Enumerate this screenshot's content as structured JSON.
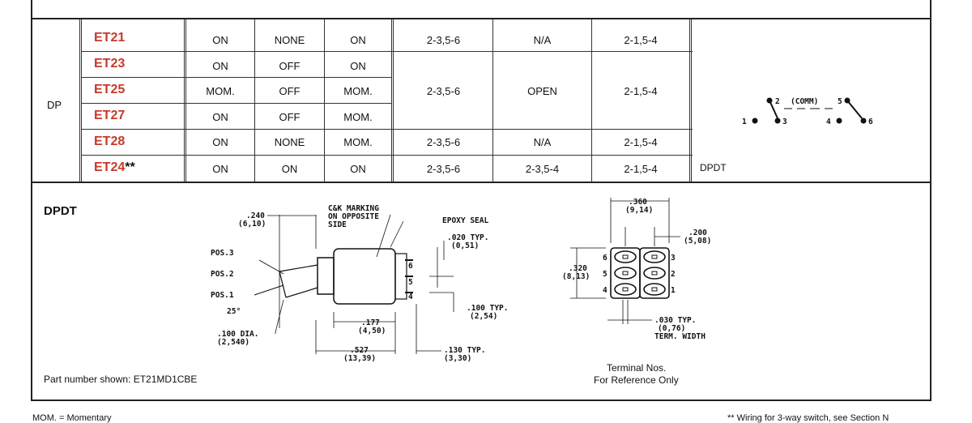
{
  "table": {
    "pole_label": "DP",
    "rows": [
      {
        "part": "ET21",
        "suffix": "",
        "p1": "ON",
        "p2": "NONE",
        "p3": "ON"
      },
      {
        "part": "ET23",
        "suffix": "",
        "p1": "ON",
        "p2": "OFF",
        "p3": "ON"
      },
      {
        "part": "ET25",
        "suffix": "",
        "p1": "MOM.",
        "p2": "OFF",
        "p3": "MOM."
      },
      {
        "part": "ET27",
        "suffix": "",
        "p1": "ON",
        "p2": "OFF",
        "p3": "MOM."
      },
      {
        "part": "ET28",
        "suffix": "",
        "p1": "ON",
        "p2": "NONE",
        "p3": "MOM."
      },
      {
        "part": "ET24",
        "suffix": "**",
        "p1": "ON",
        "p2": "ON",
        "p3": "ON"
      }
    ],
    "conn": {
      "r1": {
        "c1": "2-3,5-6",
        "c2": "N/A",
        "c3": "2-1,5-4"
      },
      "mid": {
        "c1": "2-3,5-6",
        "c2": "OPEN",
        "c3": "2-1,5-4"
      },
      "r5": {
        "c1": "2-3,5-6",
        "c2": "N/A",
        "c3": "2-1,5-4"
      },
      "r6": {
        "c1": "2-3,5-6",
        "c2": "2-3,5-4",
        "c3": "2-1,5-4"
      }
    },
    "schematic": {
      "type_label": "DPDT",
      "t1": "1",
      "t2": "2",
      "comm": "(COMM)",
      "t3": "3",
      "t4": "4",
      "t5": "5",
      "t6": "6"
    }
  },
  "drawing": {
    "title": "DPDT",
    "part_shown": "Part number shown: ET21MD1CBE",
    "dims": {
      "d240": ".240",
      "d240m": "(6,10)",
      "marking1": "C&K MARKING",
      "marking2": "ON OPPOSITE",
      "marking3": "SIDE",
      "epoxy": "EPOXY SEAL",
      "d020": ".020 TYP.",
      "d020m": "(0,51)",
      "pos3": "POS.3",
      "pos2": "POS.2",
      "pos1": "POS.1",
      "ang": "25°",
      "d100dia": ".100 DIA.",
      "d100diam": "(2,540)",
      "d177": ".177",
      "d177m": "(4,50)",
      "d527": ".527",
      "d527m": "(13,39)",
      "d100": ".100 TYP.",
      "d100m": "(2,54)",
      "d130": ".130 TYP.",
      "d130m": "(3,30)",
      "n6": "6",
      "n5": "5",
      "n4": "4"
    },
    "terminal": {
      "d360": ".360",
      "d360m": "(9,14)",
      "d200": ".200",
      "d200m": "(5,08)",
      "d320": ".320",
      "d320m": "(8,13)",
      "d030": ".030 TYP.",
      "d030m": "(0,76)",
      "d030b": "TERM. WIDTH",
      "l6": "6",
      "l5": "5",
      "l4": "4",
      "r3": "3",
      "r2": "2",
      "r1": "1",
      "caption1": "Terminal Nos.",
      "caption2": "For Reference Only"
    }
  },
  "footer": {
    "left": "MOM. = Momentary",
    "right": "** Wiring for 3-way switch, see Section N"
  }
}
